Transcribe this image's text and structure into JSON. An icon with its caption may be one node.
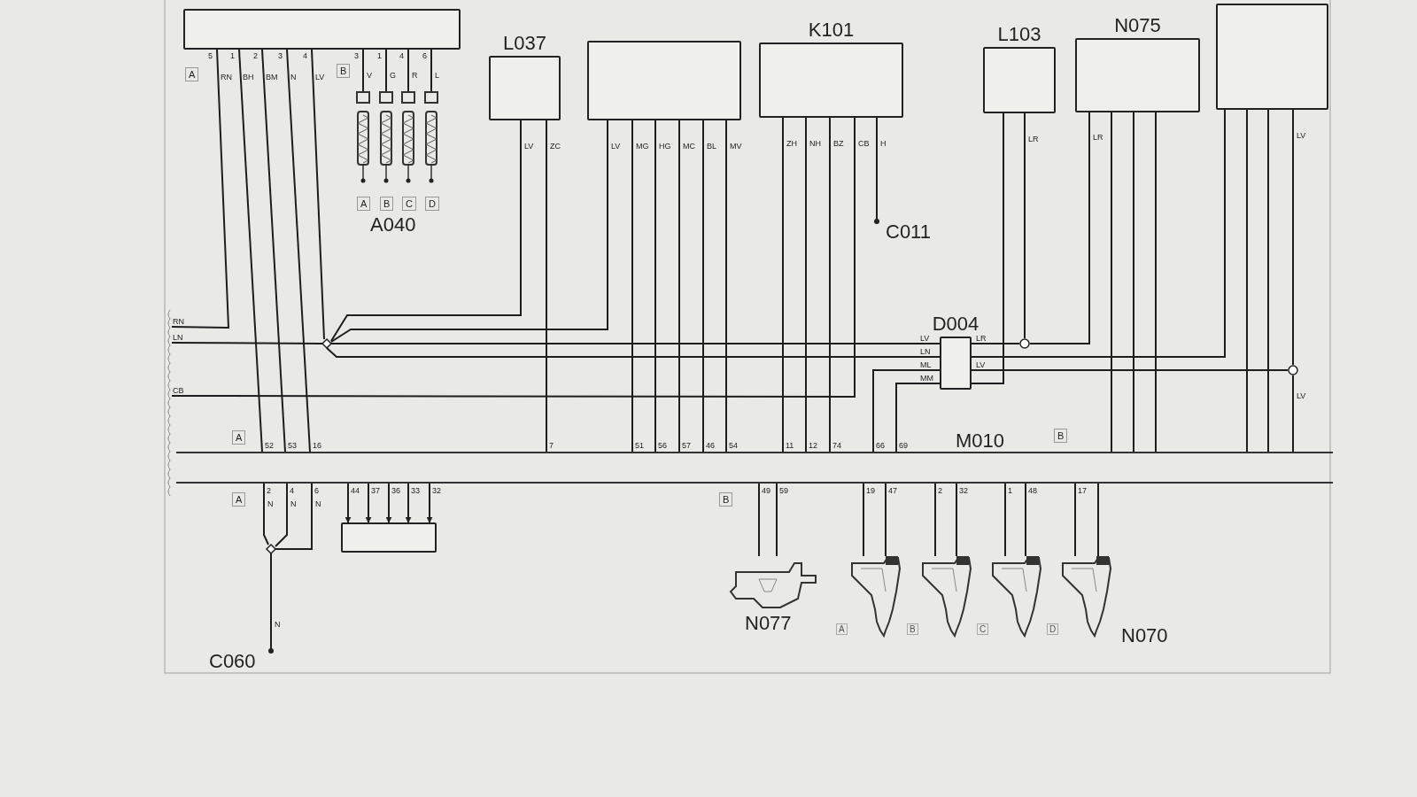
{
  "diagram": {
    "nodes": [
      {
        "text": [],
        "shape": "box"
      },
      {
        "text": [
          "A040"
        ]
      },
      {
        "text": [
          "L037"
        ]
      },
      {
        "text": [],
        "shape": "box"
      },
      {
        "text": [
          "K101"
        ]
      },
      {
        "text": [
          "L103"
        ]
      },
      {
        "text": [
          "N075"
        ]
      },
      {
        "text": [],
        "shape": "box"
      },
      {
        "text": [
          "D004"
        ]
      },
      {
        "text": [
          "M010"
        ]
      },
      {
        "text": [
          "C011"
        ]
      },
      {
        "text": [
          "C060"
        ]
      },
      {
        "text": [
          "N077"
        ]
      },
      {
        "text": [],
        "shape": "picture",
        "beside": [
          "A"
        ]
      },
      {
        "text": [],
        "shape": "picture",
        "beside": [
          "B"
        ]
      },
      {
        "text": [],
        "shape": "picture",
        "beside": [
          "C"
        ]
      },
      {
        "text": [],
        "shape": "picture",
        "beside": [
          "D"
        ]
      },
      {
        "text": [],
        "shape": "box"
      },
      {
        "text": [],
        "shape": "diamond"
      },
      {
        "text": [],
        "shape": "circle"
      },
      {
        "text": [],
        "shape": "circle"
      },
      {
        "text": [],
        "shape": "diamond"
      },
      {
        "text": [
          "RN"
        ]
      },
      {
        "text": [
          "LN"
        ]
      },
      {
        "text": [
          "CB"
        ]
      }
    ],
    "edges": [
      {
        "from": 0,
        "to": 22,
        "arrow": "none",
        "label": "RN"
      },
      {
        "from": 0,
        "to": 9,
        "arrow": "none",
        "label": "BH"
      },
      {
        "from": 0,
        "to": 9,
        "arrow": "none",
        "label": "BM"
      },
      {
        "from": 0,
        "to": 9,
        "arrow": "none",
        "label": "N"
      },
      {
        "from": 0,
        "to": 18,
        "arrow": "none",
        "label": "LV"
      },
      {
        "from": 0,
        "to": 1,
        "arrow": "none",
        "label": "V"
      },
      {
        "from": 0,
        "to": 1,
        "arrow": "none",
        "label": "G"
      },
      {
        "from": 0,
        "to": 1,
        "arrow": "none",
        "label": "R"
      },
      {
        "from": 0,
        "to": 1,
        "arrow": "none",
        "label": "L"
      },
      {
        "from": 18,
        "to": 23,
        "arrow": "none"
      },
      {
        "from": 2,
        "to": 18,
        "arrow": "none",
        "label": "LV"
      },
      {
        "from": 3,
        "to": 18,
        "arrow": "none",
        "label": "LV"
      },
      {
        "from": 18,
        "to": 8,
        "arrow": "none"
      },
      {
        "from": 18,
        "to": 8,
        "arrow": "none"
      },
      {
        "from": 4,
        "to": 24,
        "arrow": "none",
        "label": "CB"
      },
      {
        "from": 2,
        "to": 9,
        "arrow": "none",
        "label": "ZC"
      },
      {
        "from": 3,
        "to": 9,
        "arrow": "none",
        "label": "MG"
      },
      {
        "from": 3,
        "to": 9,
        "arrow": "none",
        "label": "HG"
      },
      {
        "from": 3,
        "to": 9,
        "arrow": "none",
        "label": "MC"
      },
      {
        "from": 3,
        "to": 9,
        "arrow": "none",
        "label": "BL"
      },
      {
        "from": 3,
        "to": 9,
        "arrow": "none",
        "label": "MV"
      },
      {
        "from": 4,
        "to": 9,
        "arrow": "none",
        "label": "ZH"
      },
      {
        "from": 4,
        "to": 9,
        "arrow": "none",
        "label": "NH"
      },
      {
        "from": 4,
        "to": 9,
        "arrow": "none",
        "label": "BZ"
      },
      {
        "from": 4,
        "to": 10,
        "arrow": "other",
        "label": "H"
      },
      {
        "from": 8,
        "to": 9,
        "arrow": "none"
      },
      {
        "from": 8,
        "to": 9,
        "arrow": "none"
      },
      {
        "from": 5,
        "to": 19,
        "arrow": "none",
        "label": "LR"
      },
      {
        "from": 8,
        "to": 19,
        "arrow": "none"
      },
      {
        "from": 19,
        "to": 6,
        "arrow": "none",
        "label": "LR"
      },
      {
        "from": 5,
        "to": 8,
        "arrow": "none"
      },
      {
        "from": 8,
        "to": 7,
        "arrow": "none"
      },
      {
        "from": 8,
        "to": 20,
        "arrow": "none"
      },
      {
        "from": 7,
        "to": 20,
        "arrow": "none",
        "label": "LV"
      },
      {
        "from": 20,
        "to": 9,
        "arrow": "none",
        "label": "LV"
      },
      {
        "from": 6,
        "to": 9,
        "arrow": "none"
      },
      {
        "from": 6,
        "to": 9,
        "arrow": "none"
      },
      {
        "from": 6,
        "to": 9,
        "arrow": "none"
      },
      {
        "from": 7,
        "to": 9,
        "arrow": "none"
      },
      {
        "from": 7,
        "to": 9,
        "arrow": "none"
      },
      {
        "from": 9,
        "to": 21,
        "arrow": "none",
        "label": "N"
      },
      {
        "from": 9,
        "to": 21,
        "arrow": "none",
        "label": "N"
      },
      {
        "from": 9,
        "to": 21,
        "arrow": "none",
        "label": "N"
      },
      {
        "from": 21,
        "to": 11,
        "arrow": "other",
        "label": "N"
      },
      {
        "from": 9,
        "to": 17,
        "arrow": "to"
      },
      {
        "from": 9,
        "to": 17,
        "arrow": "to"
      },
      {
        "from": 9,
        "to": 17,
        "arrow": "to"
      },
      {
        "from": 9,
        "to": 17,
        "arrow": "to"
      },
      {
        "from": 9,
        "to": 17,
        "arrow": "to"
      },
      {
        "from": 9,
        "to": 12,
        "arrow": "none"
      },
      {
        "from": 9,
        "to": 12,
        "arrow": "none"
      },
      {
        "from": 9,
        "to": 13,
        "arrow": "none"
      },
      {
        "from": 9,
        "to": 13,
        "arrow": "none"
      },
      {
        "from": 9,
        "to": 14,
        "arrow": "none"
      },
      {
        "from": 9,
        "to": 14,
        "arrow": "none"
      },
      {
        "from": 9,
        "to": 15,
        "arrow": "none"
      },
      {
        "from": 9,
        "to": 15,
        "arrow": "none"
      },
      {
        "from": 9,
        "to": 16,
        "arrow": "none"
      },
      {
        "from": 9,
        "to": 16,
        "arrow": "none"
      }
    ],
    "labels": [
      "A",
      "5",
      "1",
      "2",
      "3",
      "4",
      "B",
      "3",
      "1",
      "4",
      "6",
      "A",
      "B",
      "C",
      "D",
      "LV",
      "LN",
      "ML",
      "MM",
      "LR",
      "LV",
      "A",
      "52",
      "53",
      "16",
      "7",
      "51",
      "56",
      "57",
      "46",
      "54",
      "11",
      "12",
      "74",
      "66",
      "69",
      "B",
      "A",
      "2",
      "4",
      "6",
      "44",
      "37",
      "36",
      "33",
      "32",
      "B",
      "49",
      "59",
      "19",
      "47",
      "2",
      "32",
      "1",
      "48",
      "17",
      "N070"
    ]
  }
}
